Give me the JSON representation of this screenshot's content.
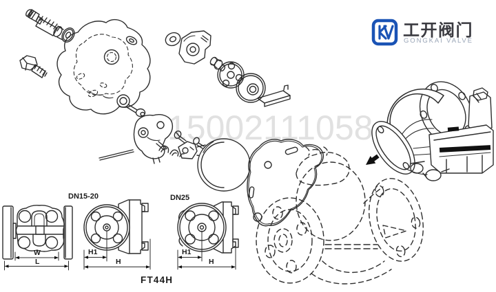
{
  "watermark": {
    "text": "15002111058"
  },
  "logo": {
    "chinese": "工开阀门",
    "english": "GONGKAI VALVE",
    "brand_blue": "#1a53b5"
  },
  "views": {
    "front": {
      "dim_w": "W",
      "dim_l": "L"
    },
    "dn15_20": {
      "label": "DN15-20",
      "dim_h1": "H1",
      "dim_h": "H"
    },
    "dn25": {
      "label": "DN25",
      "dim_h1": "H1",
      "dim_h": "H"
    },
    "model": "FT44H"
  },
  "colors": {
    "line": "#2d2d2d",
    "watermark_gray": "#e1e1e1",
    "label_black": "#1b1b1b"
  }
}
